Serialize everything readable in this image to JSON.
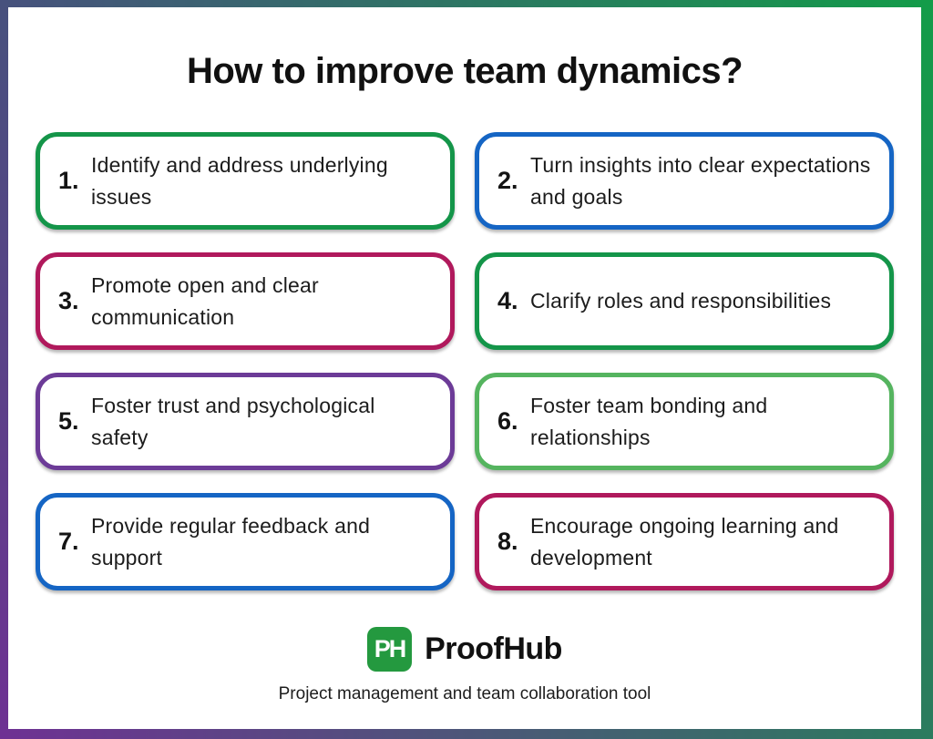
{
  "title": "How to improve team dynamics?",
  "frame": {
    "top_left_color": "#47517d",
    "top_right_color": "#139c49",
    "bottom_left_color": "#6e3193",
    "bottom_right_color": "#2b7b5e"
  },
  "cards": [
    {
      "number": "1.",
      "text": "Identify and address underlying issues",
      "border_color": "#149549"
    },
    {
      "number": "2.",
      "text": "Turn insights into clear expectations and goals",
      "border_color": "#1565c4"
    },
    {
      "number": "3.",
      "text": "Promote open and clear communication",
      "border_color": "#b0195c"
    },
    {
      "number": "4.",
      "text": "Clarify roles and responsibilities",
      "border_color": "#149549"
    },
    {
      "number": "5.",
      "text": "Foster trust and psychological safety",
      "border_color": "#6c3b97"
    },
    {
      "number": "6.",
      "text": "Foster team bonding and relationships",
      "border_color": "#55b45f"
    },
    {
      "number": "7.",
      "text": "Provide regular feedback and support",
      "border_color": "#1565c4"
    },
    {
      "number": "8.",
      "text": "Encourage ongoing learning and development",
      "border_color": "#b0195c"
    }
  ],
  "logo": {
    "badge_text": "PH",
    "badge_color": "#24993f",
    "name": "ProofHub",
    "tagline": "Project management and team collaboration tool"
  }
}
